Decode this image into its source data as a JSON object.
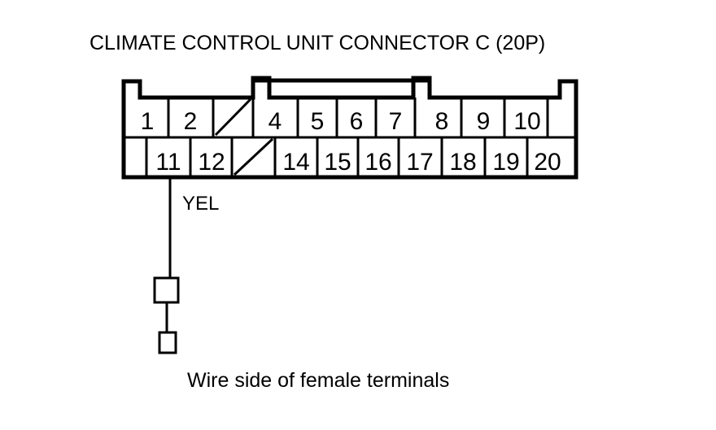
{
  "title": "CLIMATE CONTROL UNIT CONNECTOR C (20P)",
  "caption": "Wire side of female terminals",
  "connector": {
    "name": "CLIMATE CONTROL UNIT CONNECTOR C",
    "pin_count_label": "(20P)",
    "top_row": [
      {
        "label": "1",
        "blank": false
      },
      {
        "label": "2",
        "blank": false
      },
      {
        "label": "",
        "blank": true
      },
      {
        "label": "4",
        "blank": false
      },
      {
        "label": "5",
        "blank": false
      },
      {
        "label": "6",
        "blank": false
      },
      {
        "label": "7",
        "blank": false
      },
      {
        "label": "8",
        "blank": false
      },
      {
        "label": "9",
        "blank": false
      },
      {
        "label": "10",
        "blank": false
      }
    ],
    "bottom_row": [
      {
        "label": "11",
        "blank": false
      },
      {
        "label": "12",
        "blank": false
      },
      {
        "label": "",
        "blank": true
      },
      {
        "label": "14",
        "blank": false
      },
      {
        "label": "15",
        "blank": false
      },
      {
        "label": "16",
        "blank": false
      },
      {
        "label": "17",
        "blank": false
      },
      {
        "label": "18",
        "blank": false
      },
      {
        "label": "19",
        "blank": false
      },
      {
        "label": "20",
        "blank": false
      }
    ]
  },
  "wire": {
    "color_code": "YEL",
    "from_pin": "11"
  },
  "colors": {
    "stroke": "#000000",
    "background": "#ffffff"
  }
}
